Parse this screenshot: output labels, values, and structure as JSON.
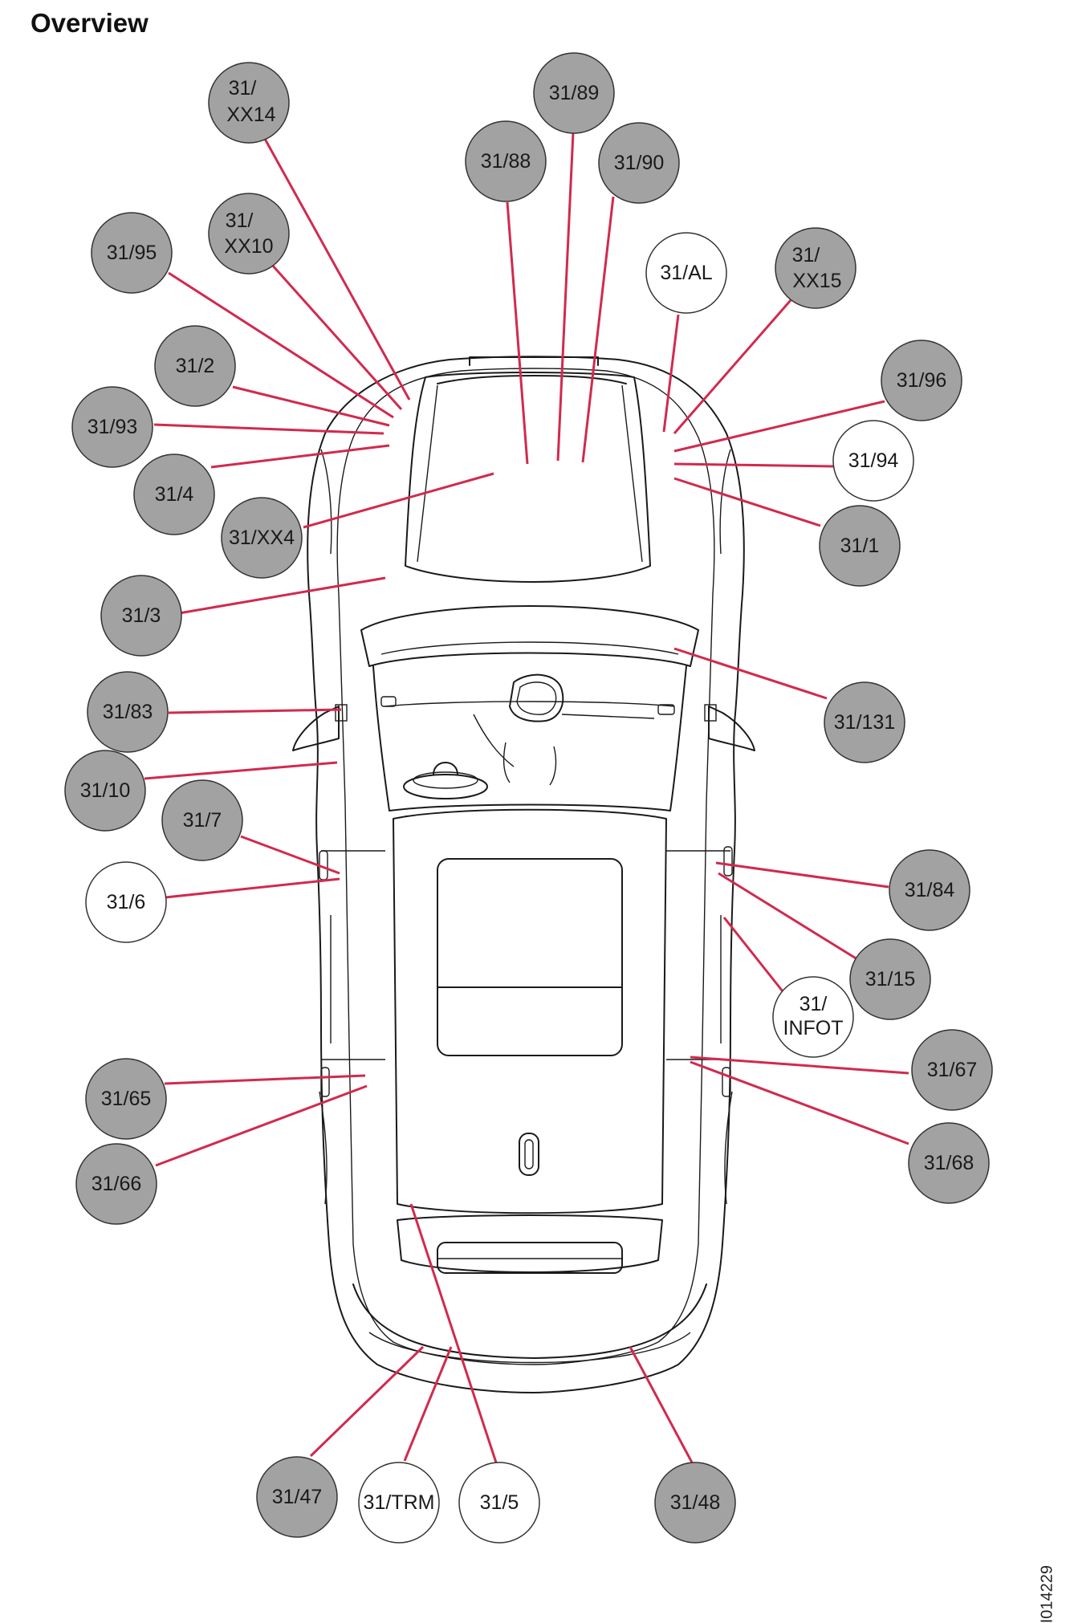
{
  "title": "Overview",
  "figure_id": "I014229",
  "colors": {
    "leader": "#d12a4e",
    "filled": "#a2a2a2",
    "open": "#ffffff",
    "outline": "#1a1a1a"
  },
  "callouts": [
    {
      "id": "31-xx14",
      "lines": [
        "31/",
        "XX14"
      ],
      "filled": true
    },
    {
      "id": "31-89",
      "lines": [
        "31/89"
      ],
      "filled": true
    },
    {
      "id": "31-88",
      "lines": [
        "31/88"
      ],
      "filled": true
    },
    {
      "id": "31-90",
      "lines": [
        "31/90"
      ],
      "filled": true
    },
    {
      "id": "31-xx10",
      "lines": [
        "31/",
        "XX10"
      ],
      "filled": true
    },
    {
      "id": "31-95",
      "lines": [
        "31/95"
      ],
      "filled": true
    },
    {
      "id": "31-al",
      "lines": [
        "31/AL"
      ],
      "filled": false
    },
    {
      "id": "31-xx15",
      "lines": [
        "31/",
        "XX15"
      ],
      "filled": true
    },
    {
      "id": "31-2",
      "lines": [
        "31/2"
      ],
      "filled": true
    },
    {
      "id": "31-96",
      "lines": [
        "31/96"
      ],
      "filled": true
    },
    {
      "id": "31-93",
      "lines": [
        "31/93"
      ],
      "filled": true
    },
    {
      "id": "31-94",
      "lines": [
        "31/94"
      ],
      "filled": false
    },
    {
      "id": "31-4",
      "lines": [
        "31/4"
      ],
      "filled": true
    },
    {
      "id": "31-xx4",
      "lines": [
        "31/XX4"
      ],
      "filled": true
    },
    {
      "id": "31-1",
      "lines": [
        "31/1"
      ],
      "filled": true
    },
    {
      "id": "31-3",
      "lines": [
        "31/3"
      ],
      "filled": true
    },
    {
      "id": "31-83",
      "lines": [
        "31/83"
      ],
      "filled": true
    },
    {
      "id": "31-131",
      "lines": [
        "31/131"
      ],
      "filled": true
    },
    {
      "id": "31-10",
      "lines": [
        "31/10"
      ],
      "filled": true
    },
    {
      "id": "31-7",
      "lines": [
        "31/7"
      ],
      "filled": true
    },
    {
      "id": "31-6",
      "lines": [
        "31/6"
      ],
      "filled": false
    },
    {
      "id": "31-84",
      "lines": [
        "31/84"
      ],
      "filled": true
    },
    {
      "id": "31-15",
      "lines": [
        "31/15"
      ],
      "filled": true
    },
    {
      "id": "31-infot",
      "lines": [
        "31/",
        "INFOT"
      ],
      "filled": false
    },
    {
      "id": "31-65",
      "lines": [
        "31/65"
      ],
      "filled": true
    },
    {
      "id": "31-67",
      "lines": [
        "31/67"
      ],
      "filled": true
    },
    {
      "id": "31-66",
      "lines": [
        "31/66"
      ],
      "filled": true
    },
    {
      "id": "31-68",
      "lines": [
        "31/68"
      ],
      "filled": true
    },
    {
      "id": "31-47",
      "lines": [
        "31/47"
      ],
      "filled": true
    },
    {
      "id": "31-trm",
      "lines": [
        "31/TRM"
      ],
      "filled": false
    },
    {
      "id": "31-5",
      "lines": [
        "31/5"
      ],
      "filled": false
    },
    {
      "id": "31-48",
      "lines": [
        "31/48"
      ],
      "filled": true
    }
  ]
}
